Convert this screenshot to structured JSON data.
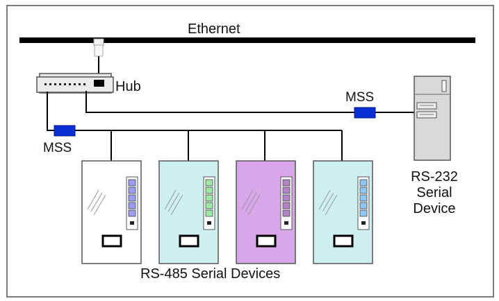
{
  "labels": {
    "ethernet": "Ethernet",
    "hub": "Hub",
    "mss_right": "MSS",
    "mss_left": "MSS",
    "rs232_line1": "RS-232",
    "rs232_line2": "Serial",
    "rs232_line3": "Device",
    "rs485": "RS-485 Serial Devices"
  },
  "colors": {
    "frame": "#7a7a7a",
    "bus": "#000000",
    "mss": "#0a2fd4",
    "hub_body": "#e6e6e6",
    "rs232_body": "#d9d9d9",
    "device_fill_1": "#ffffff",
    "device_fill_2": "#cdf0ee",
    "device_fill_3": "#d9a6ea",
    "device_fill_4": "#cdf0ee",
    "panel_1": "#9c9cf2",
    "panel_2": "#9ee6a6",
    "panel_3": "#b184c8",
    "panel_4": "#8ec8f2"
  },
  "devices": [
    {
      "fill": "#ffffff",
      "panel": "#9c9cf2"
    },
    {
      "fill": "#cdf0ee",
      "panel": "#9ee6a6"
    },
    {
      "fill": "#d9a6ea",
      "panel": "#b184c8"
    },
    {
      "fill": "#cdf0ee",
      "panel": "#8ec8f2"
    }
  ]
}
